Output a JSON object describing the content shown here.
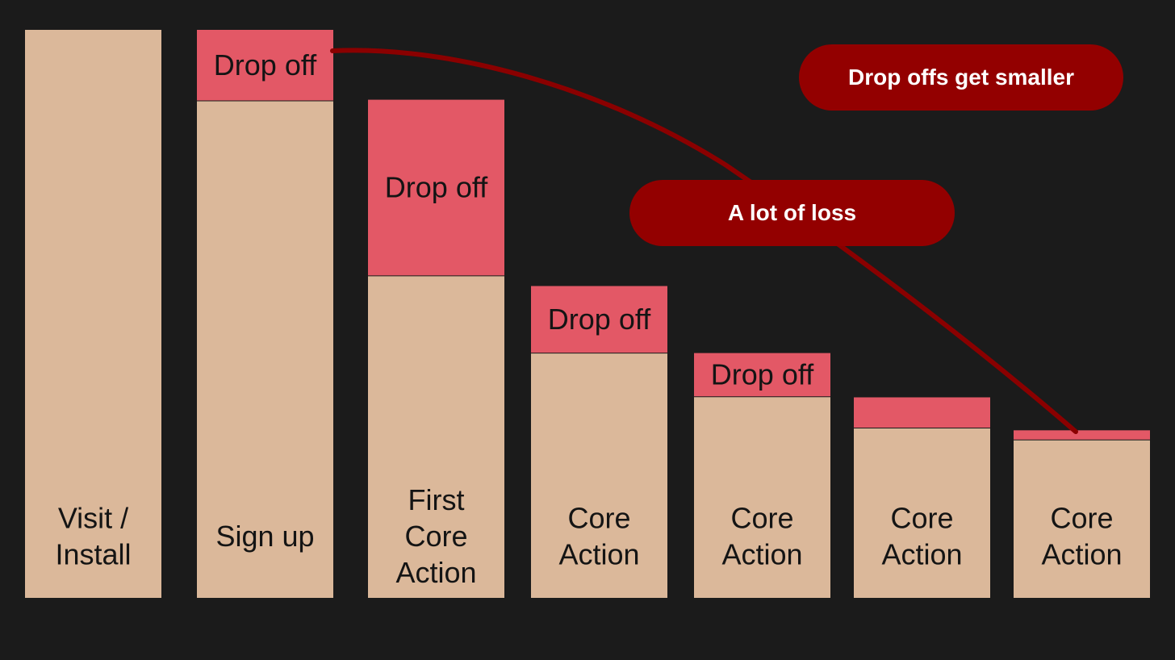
{
  "chart_data": {
    "type": "bar",
    "categories": [
      "Visit / Install",
      "Sign up",
      "First Core Action",
      "Core Action",
      "Core Action",
      "Core Action",
      "Core Action"
    ],
    "category_lines": [
      [
        "Visit /",
        "Install"
      ],
      [
        "Sign up"
      ],
      [
        "First",
        "Core",
        "Action"
      ],
      [
        "Core",
        "Action"
      ],
      [
        "Core",
        "Action"
      ],
      [
        "Core",
        "Action"
      ],
      [
        "Core",
        "Action"
      ]
    ],
    "series": [
      {
        "values": [
          100,
          87.5,
          56.7,
          43.1,
          35.4,
          29.9,
          27.8
        ]
      },
      {
        "values": [
          0,
          12.5,
          31.0,
          11.8,
          7.7,
          5.4,
          1.7
        ]
      }
    ],
    "drop_labels": [
      "",
      "Drop off",
      "Drop off",
      "Drop off",
      "Drop off",
      "",
      ""
    ],
    "ylim": [
      0,
      100
    ],
    "annotations": [
      "Drop offs get smaller",
      "A lot of loss"
    ],
    "colors": {
      "retained": "#dbb89a",
      "drop": "#e35866",
      "trend_line": "#8a0000",
      "pill": "#930000",
      "background": "#1b1b1b"
    }
  }
}
